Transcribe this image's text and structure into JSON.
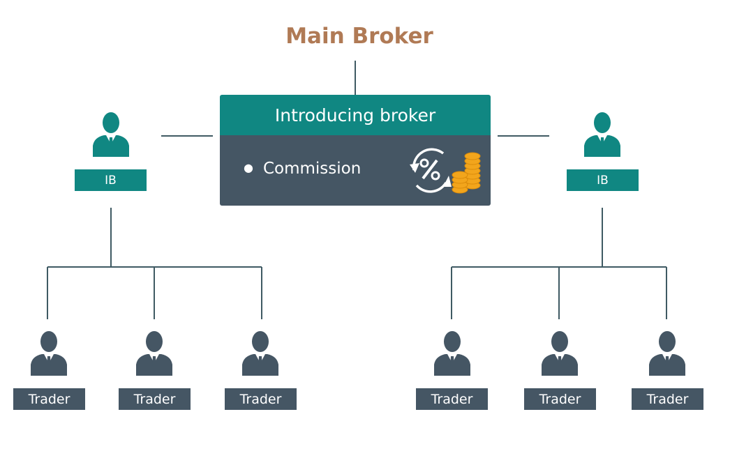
{
  "title": "Main Broker",
  "central_box": {
    "header": "Introducing broker",
    "item": "Commission",
    "icon": "percent-cycle-coins-icon"
  },
  "ib_left": {
    "label": "IB",
    "icon": "businessman-icon"
  },
  "ib_right": {
    "label": "IB",
    "icon": "businessman-icon"
  },
  "traders_left": [
    {
      "label": "Trader"
    },
    {
      "label": "Trader"
    },
    {
      "label": "Trader"
    }
  ],
  "traders_right": [
    {
      "label": "Trader"
    },
    {
      "label": "Trader"
    },
    {
      "label": "Trader"
    }
  ],
  "colors": {
    "title": "#b07a55",
    "teal": "#108782",
    "slate": "#455664",
    "line": "#3f5a63",
    "coin": "#f2a51c"
  }
}
